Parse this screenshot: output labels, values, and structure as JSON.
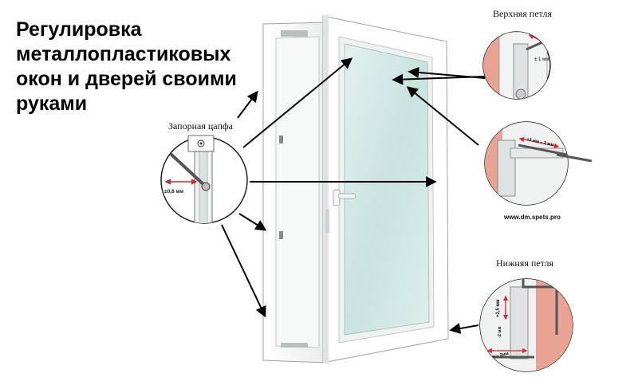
{
  "title_lines": [
    "Регулировка",
    "металлопластиковых",
    "окон и дверей своими",
    "руками"
  ],
  "labels": {
    "top_hinge": "Верхняя петля",
    "bottom_hinge": "Нижняя петля",
    "locking_pin": "Запорная цапфа",
    "website": "www.dm.spets.pro"
  },
  "measurements": {
    "pin": "±0,8 мм",
    "top_hinge_vertical": "± 1 мм",
    "top_hinge_side": "+3 мм – 2 мм",
    "bottom_hinge_vertical": "+2,5 мм",
    "bottom_hinge_side": "-2 мм",
    "bottom_hinge_horizontal": "+ 3 мм – 2мм"
  },
  "colors": {
    "arrow": "#000000",
    "wall": "#e8a393",
    "adjust_arrow": "#d8262a",
    "glass": "#cfe6e3"
  }
}
